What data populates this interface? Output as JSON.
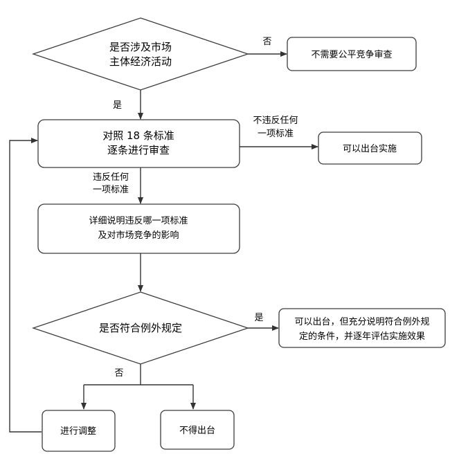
{
  "nodes": {
    "decision_market": {
      "line1": "是否涉及市场",
      "line2": "主体经济活动"
    },
    "no_review": {
      "text": "不需要公平竞争审查"
    },
    "compare": {
      "line1": "对照 18 条标准",
      "line2": "逐条进行审查"
    },
    "can_implement": {
      "text": "可以出台实施"
    },
    "explain": {
      "line1": "详细说明违反哪一项标准",
      "line2": "及对市场竞争的影响"
    },
    "decision_exception": {
      "text": "是否符合例外规定"
    },
    "exception_ok": {
      "line1": "可以出台，但充分说明符合例外规",
      "line2": "定的条件，并逐年评估实施效果"
    },
    "adjust": {
      "text": "进行调整"
    },
    "not_allowed": {
      "text": "不得出台"
    }
  },
  "edges": {
    "market_no": "否",
    "market_yes": "是",
    "no_violation_line1": "不违反任何",
    "no_violation_line2": "一项标准",
    "violation_line1": "违反任何",
    "violation_line2": "一项标准",
    "exception_yes": "是",
    "exception_no": "否"
  }
}
